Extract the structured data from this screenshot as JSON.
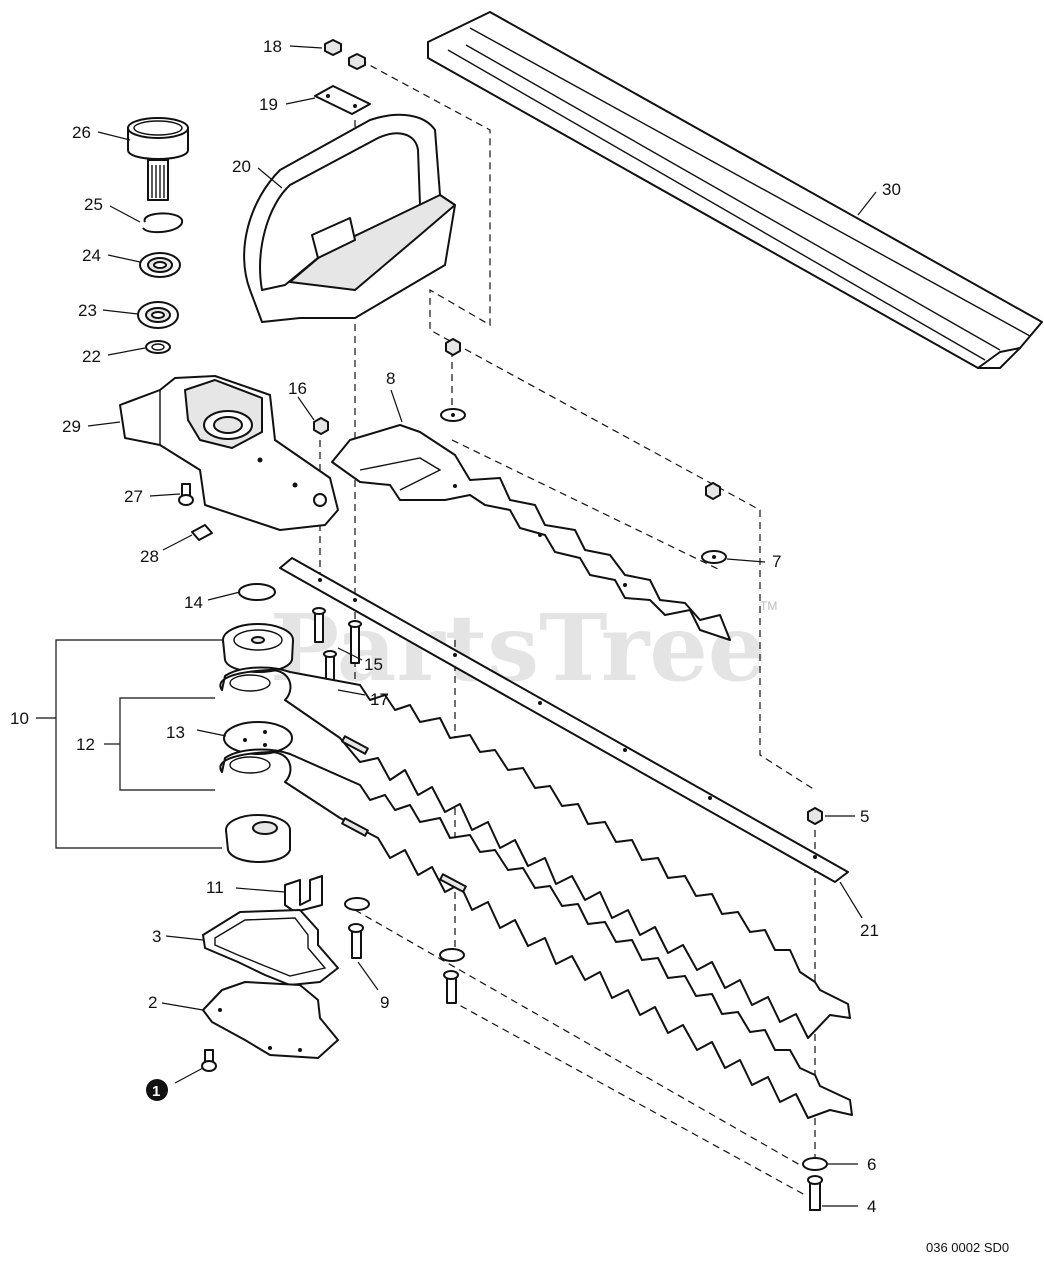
{
  "watermark": {
    "text": "PartsTree",
    "tm": "TM"
  },
  "drawing_ref": "036 0002 SD0",
  "callouts": {
    "c1": "1",
    "c2": "2",
    "c3": "3",
    "c4": "4",
    "c5": "5",
    "c6": "6",
    "c7": "7",
    "c8": "8",
    "c9": "9",
    "c10": "10",
    "c11": "11",
    "c12": "12",
    "c13": "13",
    "c14": "14",
    "c15": "15",
    "c16": "16",
    "c17": "17",
    "c18": "18",
    "c19": "19",
    "c20": "20",
    "c21": "21",
    "c22": "22",
    "c23": "23",
    "c24": "24",
    "c25": "25",
    "c26": "26",
    "c27": "27",
    "c28": "28",
    "c29": "29",
    "c30": "30"
  }
}
